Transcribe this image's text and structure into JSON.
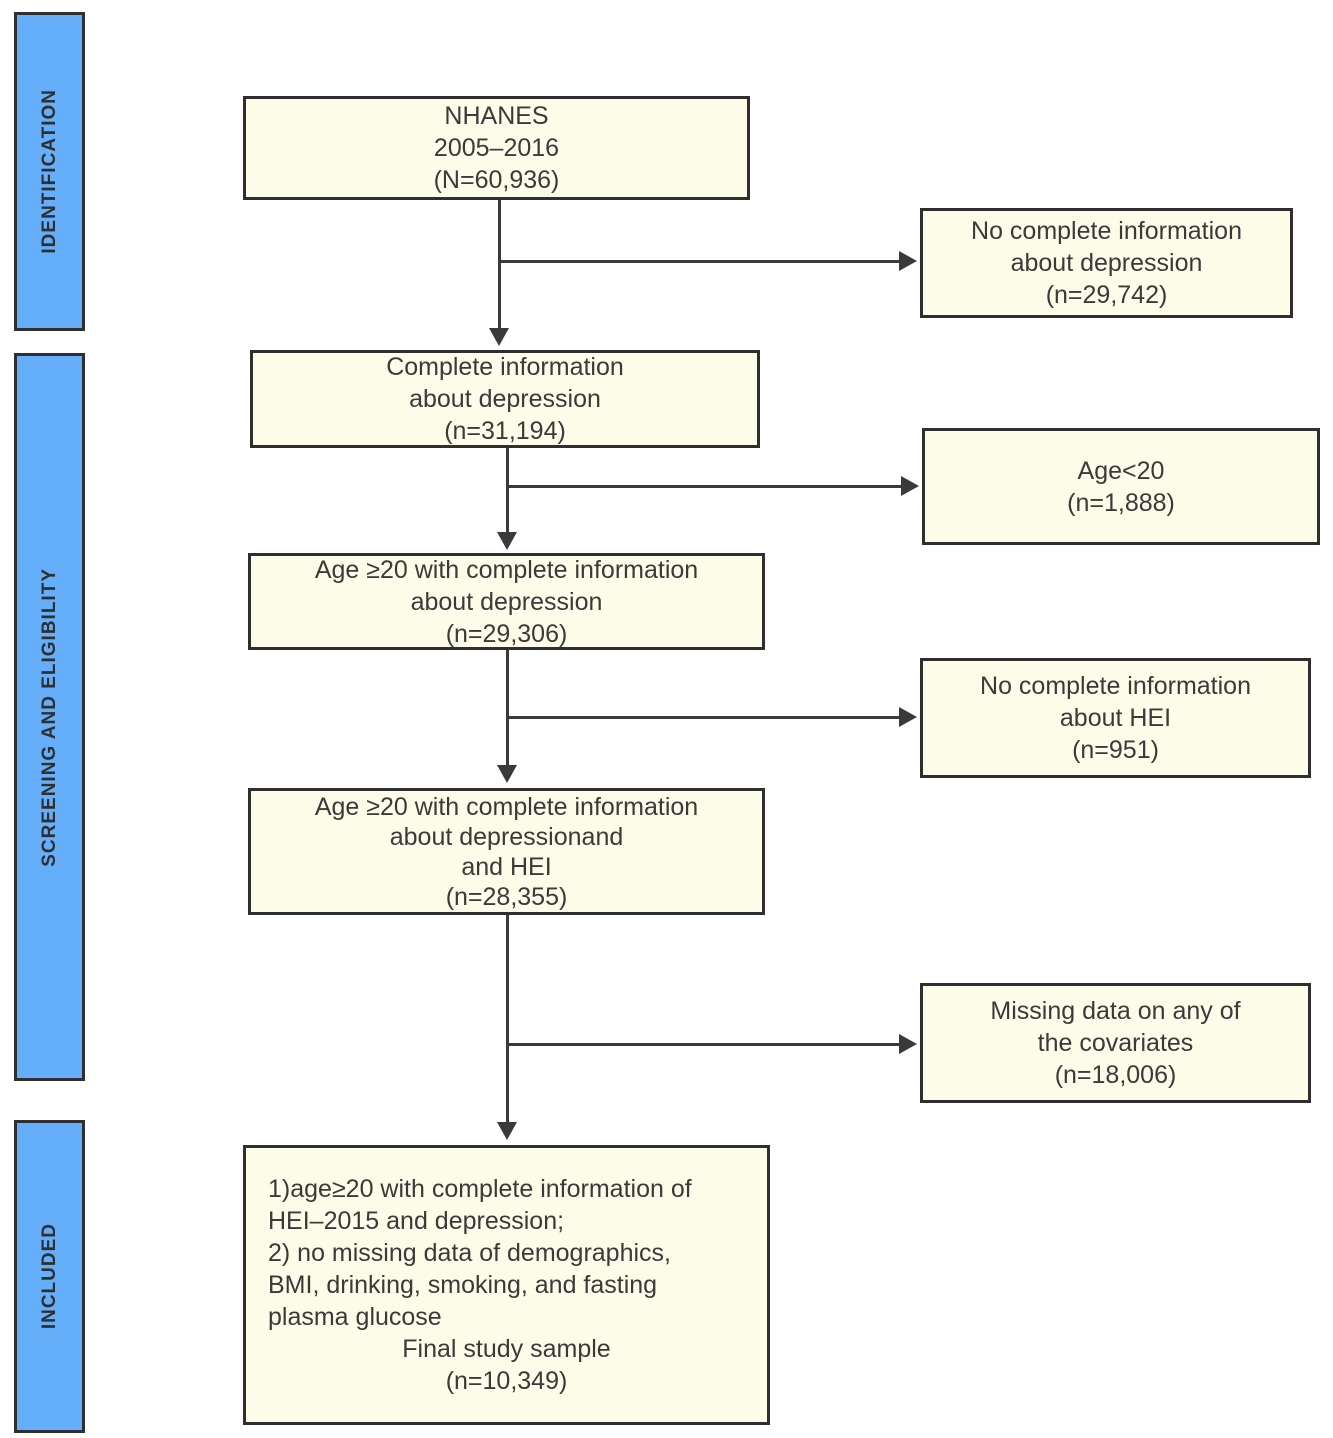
{
  "palette": {
    "box_fill": "#FCFCE8",
    "box_border": "#2F2F2F",
    "stage_fill": "#64AEFA",
    "arrow_color": "#3A3A3A",
    "text_color": "#3A3A3A",
    "background": "#FFFFFF"
  },
  "sidebar": {
    "items": [
      {
        "label": "IDENTIFICATION"
      },
      {
        "label": "SCREENING AND ELIGIBILITY"
      },
      {
        "label": "INCLUDED"
      }
    ]
  },
  "flow": {
    "main_boxes": [
      {
        "lines": [
          "NHANES",
          "2005–2016",
          "(N=60,936)"
        ]
      },
      {
        "lines": [
          "Complete information",
          "about depression",
          "(n=31,194)"
        ]
      },
      {
        "lines": [
          "Age ≥20 with complete information",
          "about depression",
          "(n=29,306)"
        ]
      },
      {
        "lines": [
          "Age ≥20 with complete information",
          "about depressionand",
          "and HEI",
          "(n=28,355)"
        ]
      },
      {
        "left_lines": [
          "1)age≥20 with complete information of",
          "HEI–2015 and depression;",
          "2) no missing data of demographics,",
          "BMI, drinking, smoking, and fasting",
          "plasma glucose"
        ],
        "center_lines": [
          "Final study sample",
          "(n=10,349)"
        ]
      }
    ],
    "exclusion_boxes": [
      {
        "lines": [
          "No complete information",
          "about depression",
          "(n=29,742)"
        ]
      },
      {
        "lines": [
          "Age<20",
          "(n=1,888)"
        ]
      },
      {
        "lines": [
          "No complete information",
          "about HEI",
          "(n=951)"
        ]
      },
      {
        "lines": [
          "Missing data on any of",
          "the covariates",
          "(n=18,006)"
        ]
      }
    ]
  }
}
